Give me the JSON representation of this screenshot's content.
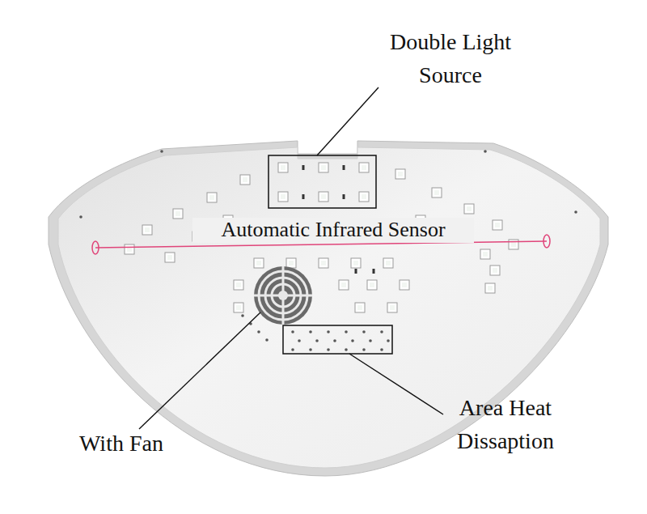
{
  "diagram": {
    "labels": [
      "Double Light Source",
      "Automatic Infrared Sensor",
      "With Fan",
      "Area Heat Dissaption"
    ]
  }
}
